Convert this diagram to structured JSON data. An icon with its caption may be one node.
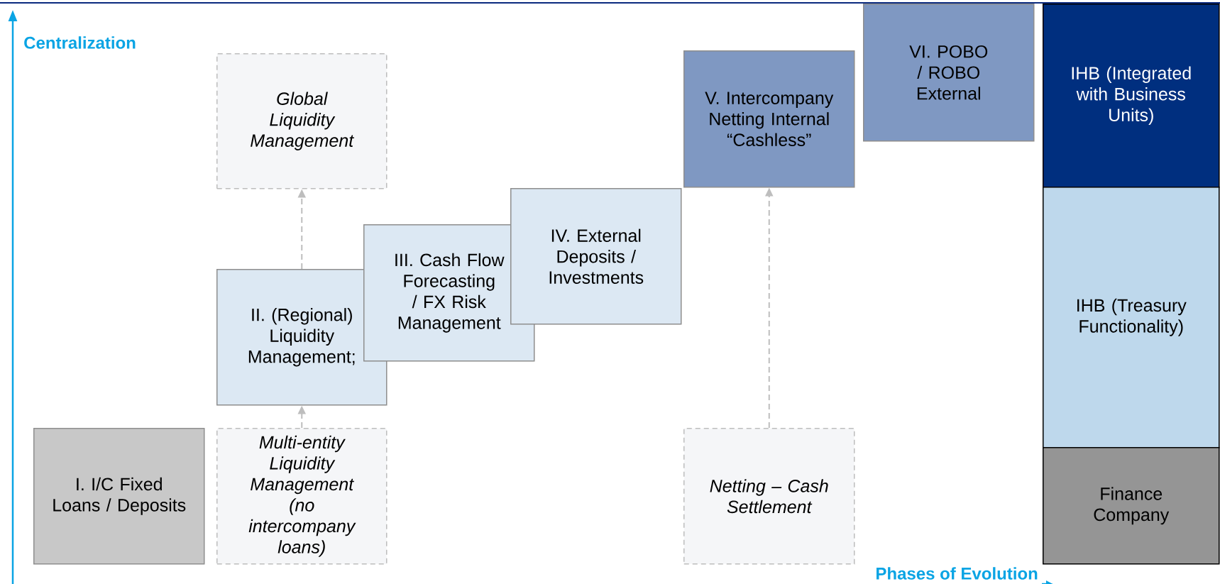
{
  "diagram": {
    "nodes": [
      {
        "text": [
          "I. I/C Fixed Loans / Deposits"
        ]
      },
      {
        "text": [
          "Multi-entity Liquidity Management (no intercompany loans)"
        ]
      },
      {
        "text": [
          "II. (Regional) Liquidity Management;"
        ]
      },
      {
        "text": [
          "Global Liquidity Management"
        ]
      },
      {
        "text": [
          "III. Cash Flow Forecasting / FX Risk Management"
        ]
      },
      {
        "text": [
          "IV. External Deposits / Investments"
        ]
      },
      {
        "text": [
          "Netting – Cash Settlement"
        ]
      },
      {
        "text": [
          "V. Intercompany Netting Internal “Cashless”"
        ]
      },
      {
        "text": [
          "VI. POBO / ROBO External"
        ]
      },
      {
        "text": [
          "IHB (Integrated with Business Units)"
        ]
      },
      {
        "text": [
          "IHB (Treasury Functionality)"
        ]
      },
      {
        "text": [
          "Finance Company"
        ]
      }
    ],
    "edges": [
      {
        "from": 1,
        "to": 2,
        "arrow": "to",
        "style": "dashed"
      },
      {
        "from": 2,
        "to": 3,
        "arrow": "to",
        "style": "dashed"
      },
      {
        "from": 6,
        "to": 7,
        "arrow": "to",
        "style": "dashed"
      }
    ],
    "labels": [
      "Centralization",
      "Phases of Evolution"
    ]
  }
}
